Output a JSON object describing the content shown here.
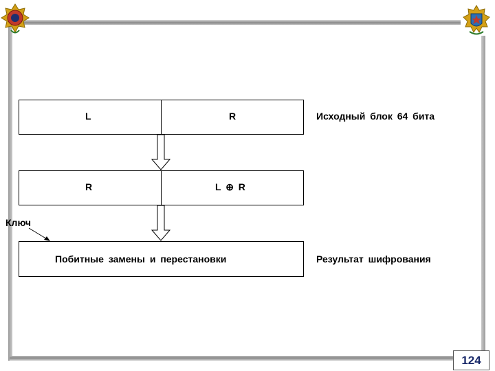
{
  "diagram": {
    "block1": {
      "left": "L",
      "right": "R",
      "caption": "Исходный блок 64 бита"
    },
    "block2": {
      "left": "R",
      "right": "L ⊕ R"
    },
    "block3": {
      "text": "Побитные замены и перестановки",
      "caption": "Результат шифрования"
    },
    "key_label": "Ключ"
  },
  "footer": {
    "page_number": "124"
  },
  "colors": {
    "page_number_text": "#1a2a6a",
    "frame": "#9a9a9a",
    "emblem_red": "#c0392b",
    "emblem_gold": "#d4a017"
  },
  "icons": {
    "left_emblem": "military-emblem-icon",
    "right_emblem": "academy-emblem-icon"
  }
}
